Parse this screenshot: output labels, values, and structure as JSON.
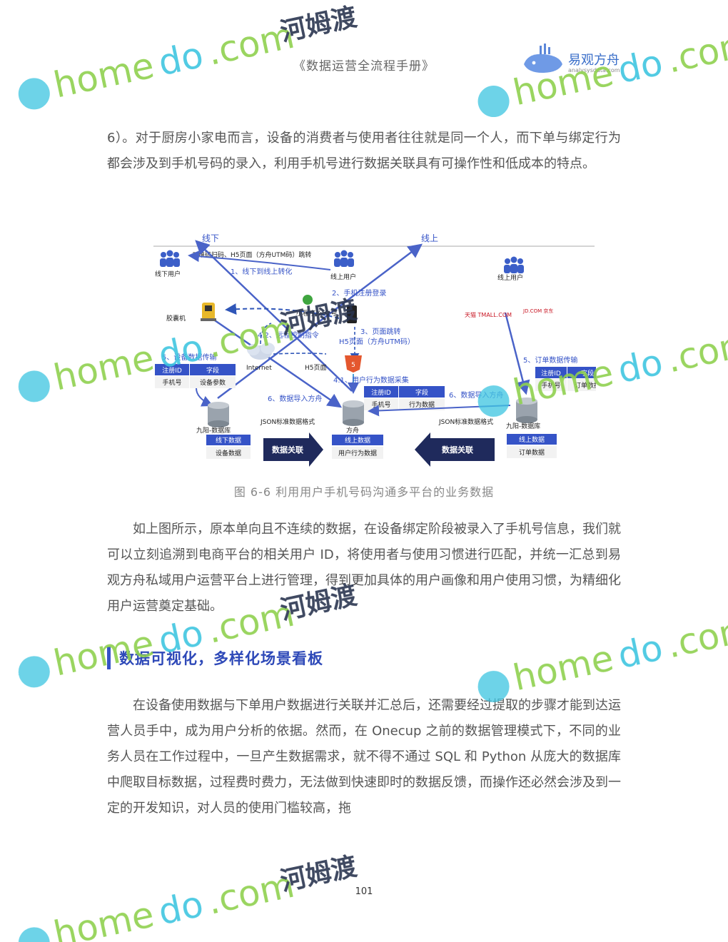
{
  "header": {
    "title": "《数据运营全流程手册》",
    "brand_name": "易观方舟",
    "brand_url": "analysysdata.com"
  },
  "paragraphs": {
    "p1": "6）。对于厨房小家电而言，设备的消费者与使用者往往就是同一个人，而下单与绑定行为都会涉及到手机号码的录入，利用手机号进行数据关联具有可操作性和低成本的特点。",
    "p2": "如上图所示，原本单向且不连续的数据，在设备绑定阶段被录入了手机号信息，我们就可以立刻追溯到电商平台的相关用户 ID，将使用者与使用习惯进行匹配，并统一汇总到易观方舟私域用户运营平台上进行管理，得到更加具体的用户画像和用户使用习惯，为精细化用户运营奠定基础。",
    "p3": "在设备使用数据与下单用户数据进行关联并汇总后，还需要经过提取的步骤才能到达运营人员手中，成为用户分析的依据。然而，在 Onecup 之前的数据管理模式下，不同的业务人员在工作过程中，一旦产生数据需求，就不得不通过 SQL 和 Python 从庞大的数据库中爬取目标数据，过程费时费力，无法做到快速即时的数据反馈，而操作还必然会涉及到一定的开发知识，对人员的使用门槛较高，拖"
  },
  "figure": {
    "caption": "图 6-6 利用用户手机号码沟通多平台的业务数据",
    "labels": {
      "offline": "线下",
      "online": "线上",
      "offline_user": "线下用户",
      "online_user_1": "线上用户",
      "online_user_2": "线上用户",
      "qr_text": "二维码扫码、H5页面（方舟UTM码）跳转",
      "step1": "1、线下到线上转化",
      "step2": "2、手机注册登录",
      "miniprogram": "小程序/公众号",
      "step42": "4.2、远程控制指令",
      "capsule": "胶囊机",
      "step3": "3、页面跳转",
      "step3b": "H5页面（方舟UTM码）",
      "internet": "Internet",
      "h5page": "H5页面",
      "step5a": "5、设备数据传输",
      "step5b": "5、订单数据传输",
      "step41": "4.1、用户行为数据采集",
      "step6a": "6、数据导入方舟",
      "step6b": "6、数据导入方舟",
      "json_a": "JSON标准数据格式",
      "json_b": "JSON标准数据格式",
      "db_left": "九阳-数据库",
      "db_mid": "方舟",
      "db_right": "九阳-数据库",
      "offline_data": "线下数据",
      "device_data": "设备数据",
      "online_data_mid": "线上数据",
      "behavior_data": "用户行为数据",
      "online_data_right": "线上数据",
      "order_data": "订单数据",
      "assoc_left": "数据关联",
      "assoc_right": "数据关联",
      "tmall": "天猫 TMALL.COM",
      "jd": "JD.COM 京东"
    },
    "tables": {
      "left": {
        "h1": "注册ID",
        "h2": "字段",
        "c1": "手机号",
        "c2": "设备参数"
      },
      "mid": {
        "h1": "注册ID",
        "h2": "字段",
        "c1": "手机号",
        "c2": "行为数据"
      },
      "right": {
        "h1": "注册ID",
        "h2": "字段",
        "c1": "手机号",
        "c2": "订单数据"
      }
    },
    "colors": {
      "accent": "#3553c7",
      "arrow": "#4a63c8",
      "dark_arrow": "#1f2a5c"
    }
  },
  "section": {
    "heading": "数据可视化，多样化场景看板"
  },
  "footer": {
    "page_number": "101"
  },
  "watermark": {
    "text_latin_a": "home",
    "text_latin_b": "do",
    "text_latin_c": ".com",
    "text_cjk": "河姆渡",
    "colors": {
      "green": "#8fd14f",
      "cyan": "#3fc6e0"
    }
  }
}
